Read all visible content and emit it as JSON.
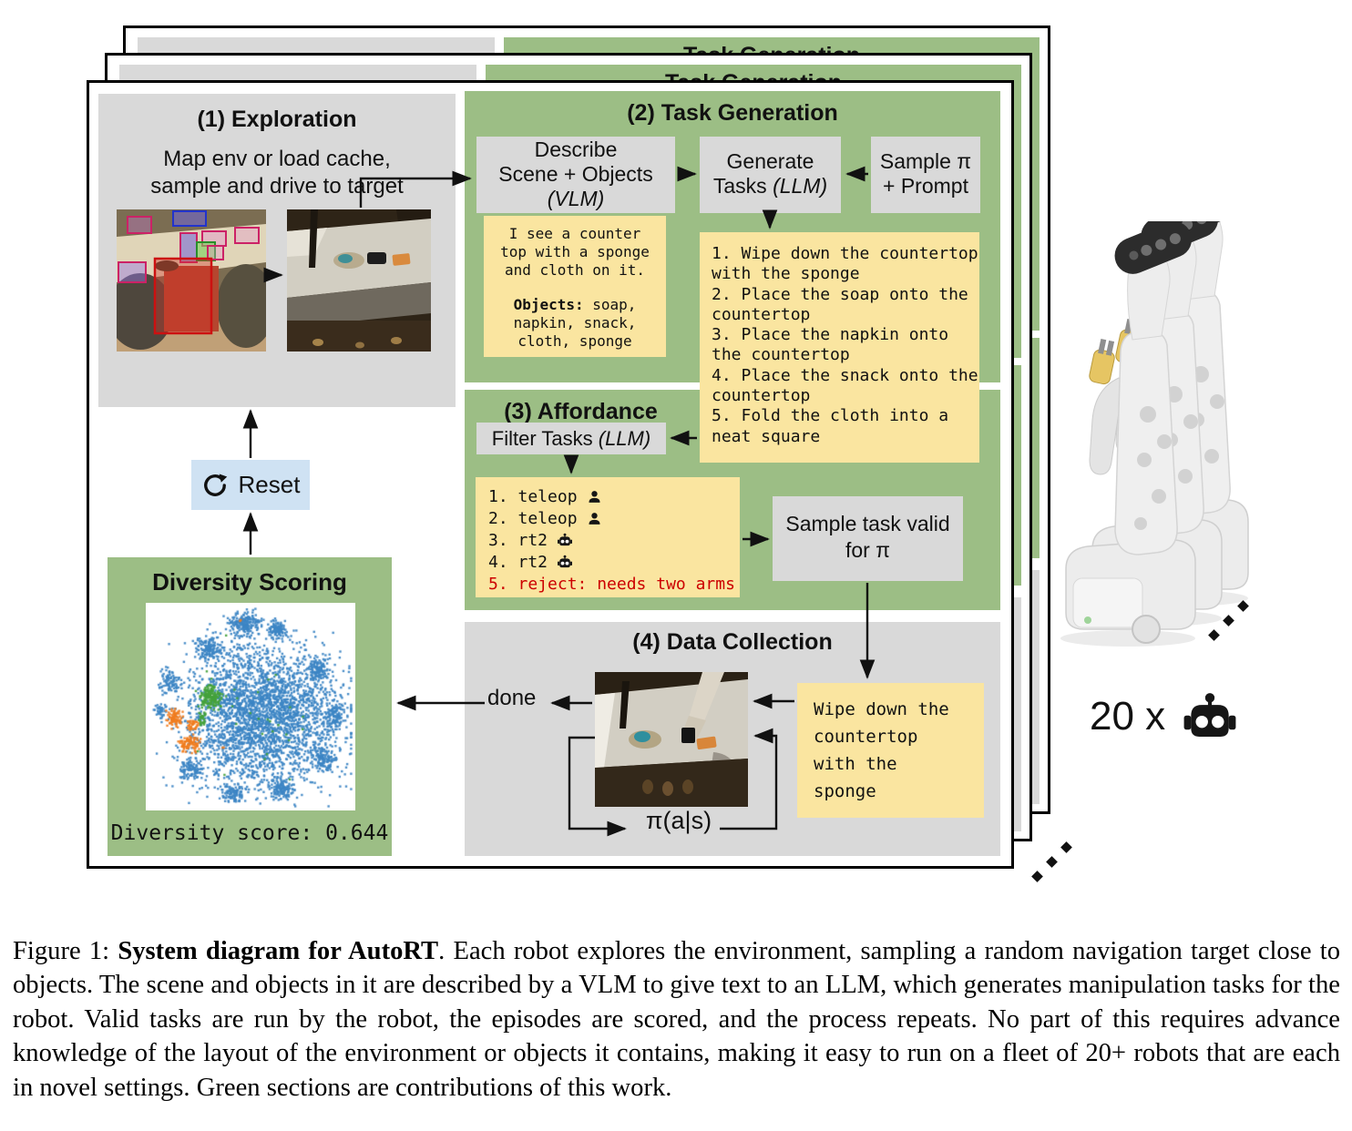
{
  "colors": {
    "green": "#9cbe85",
    "yellow": "#fae5a0",
    "gray": "#d9d9d9",
    "reset_blue": "#cfe2f3",
    "reject_red": "#cc0000",
    "scatter_blue": "#3d85c4",
    "scatter_green": "#44a23c",
    "scatter_orange": "#f07d20"
  },
  "stacked_pages": {
    "header_title": "Task Generation"
  },
  "exploration": {
    "title": "(1) Exploration",
    "description": "Map env or load cache,\nsample and drive to target"
  },
  "task_generation": {
    "title": "(2) Task Generation",
    "describe_box": {
      "line1": "Describe",
      "line2": "Scene + Objects",
      "model": "(VLM)"
    },
    "generate_box": {
      "line1": "Generate",
      "line2": "Tasks",
      "model": "(LLM)"
    },
    "sample_box": {
      "line1": "Sample π",
      "line2": "+ Prompt"
    },
    "vlm_output": {
      "sentence": "I see a counter\ntop with a sponge\nand cloth on it.",
      "objects_label": "Objects:",
      "objects": "soap,\nnapkin, snack,\ncloth, sponge"
    },
    "tasks": [
      "1. Wipe down the countertop\nwith the sponge",
      "2. Place the soap onto the\ncountertop",
      "3. Place the napkin onto\nthe countertop",
      "4. Place the snack onto the\ncountertop",
      "5. Fold the cloth into a\nneat square"
    ]
  },
  "affordance": {
    "title": "(3) Affordance",
    "filter_box": {
      "text": "Filter Tasks ",
      "model": "(LLM)"
    },
    "items": [
      {
        "text": "1. teleop",
        "icon": "person-icon",
        "rejected": false
      },
      {
        "text": "2. teleop",
        "icon": "person-icon",
        "rejected": false
      },
      {
        "text": "3. rt2",
        "icon": "robot-icon",
        "rejected": false
      },
      {
        "text": "4. rt2",
        "icon": "robot-icon",
        "rejected": false
      },
      {
        "text": "5. reject: needs two arms",
        "icon": null,
        "rejected": true
      }
    ],
    "sample_valid_box": "Sample task valid\nfor π"
  },
  "data_collection": {
    "title": "(4) Data Collection",
    "done_label": "done",
    "policy_label": "π(a|s)",
    "task": "Wipe down the\ncountertop\nwith the\nsponge"
  },
  "reset": {
    "label": "Reset"
  },
  "diversity": {
    "title": "Diversity Scoring",
    "score_label": "Diversity score: 0.644"
  },
  "fleet": {
    "count_label": "20 x"
  },
  "scatter": {
    "clusters": [
      {
        "color": "blue",
        "n": 3000,
        "cx": 0.56,
        "cy": 0.54,
        "rx": 0.33,
        "ry": 0.31
      },
      {
        "color": "blue",
        "n": 220,
        "cx": 0.47,
        "cy": 0.1,
        "rx": 0.07,
        "ry": 0.05
      },
      {
        "color": "blue",
        "n": 110,
        "cx": 0.63,
        "cy": 0.13,
        "rx": 0.05,
        "ry": 0.04
      },
      {
        "color": "blue",
        "n": 140,
        "cx": 0.3,
        "cy": 0.22,
        "rx": 0.06,
        "ry": 0.05
      },
      {
        "color": "blue",
        "n": 120,
        "cx": 0.82,
        "cy": 0.32,
        "rx": 0.05,
        "ry": 0.05
      },
      {
        "color": "blue",
        "n": 110,
        "cx": 0.9,
        "cy": 0.55,
        "rx": 0.04,
        "ry": 0.06
      },
      {
        "color": "blue",
        "n": 120,
        "cx": 0.85,
        "cy": 0.75,
        "rx": 0.05,
        "ry": 0.05
      },
      {
        "color": "blue",
        "n": 120,
        "cx": 0.65,
        "cy": 0.9,
        "rx": 0.05,
        "ry": 0.04
      },
      {
        "color": "blue",
        "n": 110,
        "cx": 0.42,
        "cy": 0.92,
        "rx": 0.05,
        "ry": 0.04
      },
      {
        "color": "blue",
        "n": 100,
        "cx": 0.22,
        "cy": 0.8,
        "rx": 0.05,
        "ry": 0.04
      },
      {
        "color": "blue",
        "n": 90,
        "cx": 0.12,
        "cy": 0.38,
        "rx": 0.05,
        "ry": 0.05
      },
      {
        "color": "blue",
        "n": 40,
        "cx": 0.07,
        "cy": 0.52,
        "rx": 0.025,
        "ry": 0.03
      },
      {
        "color": "green",
        "n": 170,
        "cx": 0.31,
        "cy": 0.455,
        "rx": 0.045,
        "ry": 0.05
      },
      {
        "color": "green",
        "n": 30,
        "cx": 0.27,
        "cy": 0.56,
        "rx": 0.02,
        "ry": 0.03
      },
      {
        "color": "green",
        "n": 30,
        "cx": 0.5,
        "cy": 0.5,
        "rx": 0.28,
        "ry": 0.26
      },
      {
        "color": "orange",
        "n": 80,
        "cx": 0.135,
        "cy": 0.555,
        "rx": 0.03,
        "ry": 0.045
      },
      {
        "color": "orange",
        "n": 90,
        "cx": 0.205,
        "cy": 0.675,
        "rx": 0.045,
        "ry": 0.04
      },
      {
        "color": "orange",
        "n": 35,
        "cx": 0.225,
        "cy": 0.59,
        "rx": 0.025,
        "ry": 0.025
      },
      {
        "color": "orange",
        "n": 2,
        "cx": 0.455,
        "cy": 0.085,
        "rx": 0.006,
        "ry": 0.006
      },
      {
        "color": "orange",
        "n": 2,
        "cx": 0.37,
        "cy": 0.7,
        "rx": 0.006,
        "ry": 0.006
      }
    ]
  },
  "caption": {
    "figure_label": "Figure 1: ",
    "bold_title": "System diagram for AutoRT",
    "body": ". Each robot explores the environment, sampling a random navigation target close to objects. The scene and objects in it are described by a VLM to give text to an LLM, which generates manipulation tasks for the robot. Valid tasks are run by the robot, the episodes are scored, and the process repeats. No part of this requires advance knowledge of the layout of the environment or objects it contains, making it easy to run on a fleet of 20+ robots that are each in novel settings. Green sections are contributions of this work."
  }
}
